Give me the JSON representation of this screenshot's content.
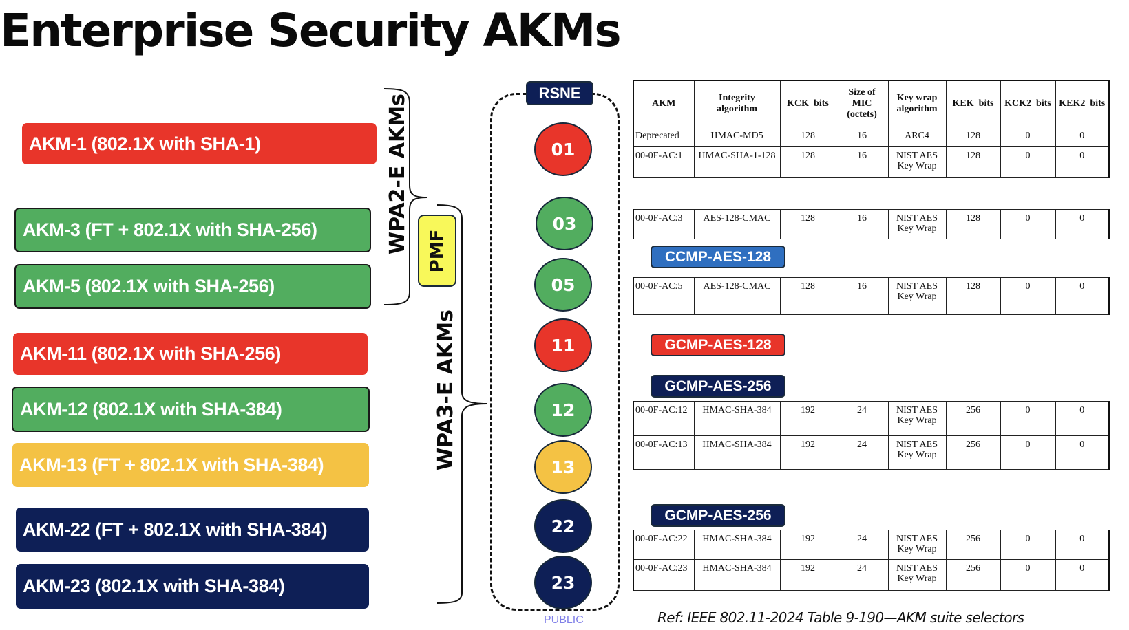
{
  "title": "Enterprise Security AKMs",
  "colors": {
    "red": "#e8352a",
    "green": "#52ad5f",
    "yellow": "#f4c244",
    "navy": "#0e1f56",
    "blue": "#2f6fc0",
    "pmf_yellow": "#f8f85a",
    "public_label": "#8080e8"
  },
  "akm_list": [
    {
      "label": "AKM-1 (802.1X with SHA-1)",
      "color": "red"
    },
    {
      "label": "AKM-3 (FT + 802.1X with SHA-256)",
      "color": "green"
    },
    {
      "label": "AKM-5 (802.1X with SHA-256)",
      "color": "green"
    },
    {
      "label": "AKM-11 (802.1X with SHA-256)",
      "color": "red"
    },
    {
      "label": "AKM-12 (802.1X with SHA-384)",
      "color": "green"
    },
    {
      "label": "AKM-13 (FT + 802.1X with SHA-384)",
      "color": "yellow"
    },
    {
      "label": "AKM-22 (FT + 802.1X with SHA-384)",
      "color": "navy"
    },
    {
      "label": "AKM-23 (802.1X with SHA-384)",
      "color": "navy"
    }
  ],
  "groups": {
    "wpa2": "WPA2-E AKMs",
    "wpa3": "WPA3-E AKMs",
    "pmf": "PMF"
  },
  "rsne": {
    "badge": "RSNE",
    "selectors": [
      "01",
      "03",
      "05",
      "11",
      "12",
      "13",
      "22",
      "23"
    ],
    "footer": "PUBLIC"
  },
  "ciphers": {
    "ccmp128": "CCMP-AES-128",
    "gcmp128": "GCMP-AES-128",
    "gcmp256_a": "GCMP-AES-256",
    "gcmp256_b": "GCMP-AES-256"
  },
  "table": {
    "headers": [
      "AKM",
      "Integrity algorithm",
      "KCK_bits",
      "Size of MIC (octets)",
      "Key wrap algorithm",
      "KEK_bits",
      "KCK2_bits",
      "KEK2_bits"
    ],
    "header_lines": [
      [
        "AKM"
      ],
      [
        "Integrity",
        "algorithm"
      ],
      [
        "KCK_bits"
      ],
      [
        "Size of",
        "MIC",
        "(octets)"
      ],
      [
        "Key wrap",
        "algorithm"
      ],
      [
        "KEK_bits"
      ],
      [
        "KCK2_bits"
      ],
      [
        "KEK2_bits"
      ]
    ],
    "groups": [
      {
        "rows": [
          [
            "Deprecated",
            "HMAC-MD5",
            "128",
            "16",
            "ARC4",
            "128",
            "0",
            "0"
          ],
          [
            "00-0F-AC:1",
            "HMAC-SHA-1-128",
            "128",
            "16",
            "NIST AES Key Wrap",
            "128",
            "0",
            "0"
          ]
        ]
      },
      {
        "rows": [
          [
            "00-0F-AC:3",
            "AES-128-CMAC",
            "128",
            "16",
            "NIST AES Key Wrap",
            "128",
            "0",
            "0"
          ]
        ]
      },
      {
        "rows": [
          [
            "00-0F-AC:5",
            "AES-128-CMAC",
            "128",
            "16",
            "NIST AES Key Wrap",
            "128",
            "0",
            "0"
          ]
        ]
      },
      {
        "rows": [
          [
            "00-0F-AC:12",
            "HMAC-SHA-384",
            "192",
            "24",
            "NIST AES Key Wrap",
            "256",
            "0",
            "0"
          ],
          [
            "00-0F-AC:13",
            "HMAC-SHA-384",
            "192",
            "24",
            "NIST AES Key Wrap",
            "256",
            "0",
            "0"
          ]
        ]
      },
      {
        "rows": [
          [
            "00-0F-AC:22",
            "HMAC-SHA-384",
            "192",
            "24",
            "NIST AES Key Wrap",
            "256",
            "0",
            "0"
          ],
          [
            "00-0F-AC:23",
            "HMAC-SHA-384",
            "192",
            "24",
            "NIST AES Key Wrap",
            "256",
            "0",
            "0"
          ]
        ]
      }
    ]
  },
  "reference": "Ref: IEEE 802.11-2024 Table 9-190—AKM suite selectors"
}
